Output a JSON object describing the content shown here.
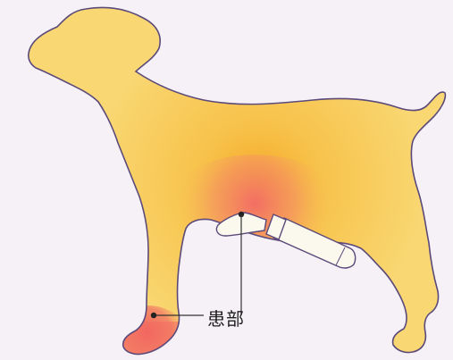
{
  "annotation": {
    "label": "患部"
  },
  "colors": {
    "background": "#f6f1f6",
    "body_outer": "#f8d56a",
    "body_inner": "#f7b52e",
    "affected": "#f2766a",
    "outline": "#5b4a7a",
    "tube_body": "#fbf8ee"
  },
  "icons": {
    "dog": "dog-silhouette",
    "ointment": "ointment-tube"
  }
}
